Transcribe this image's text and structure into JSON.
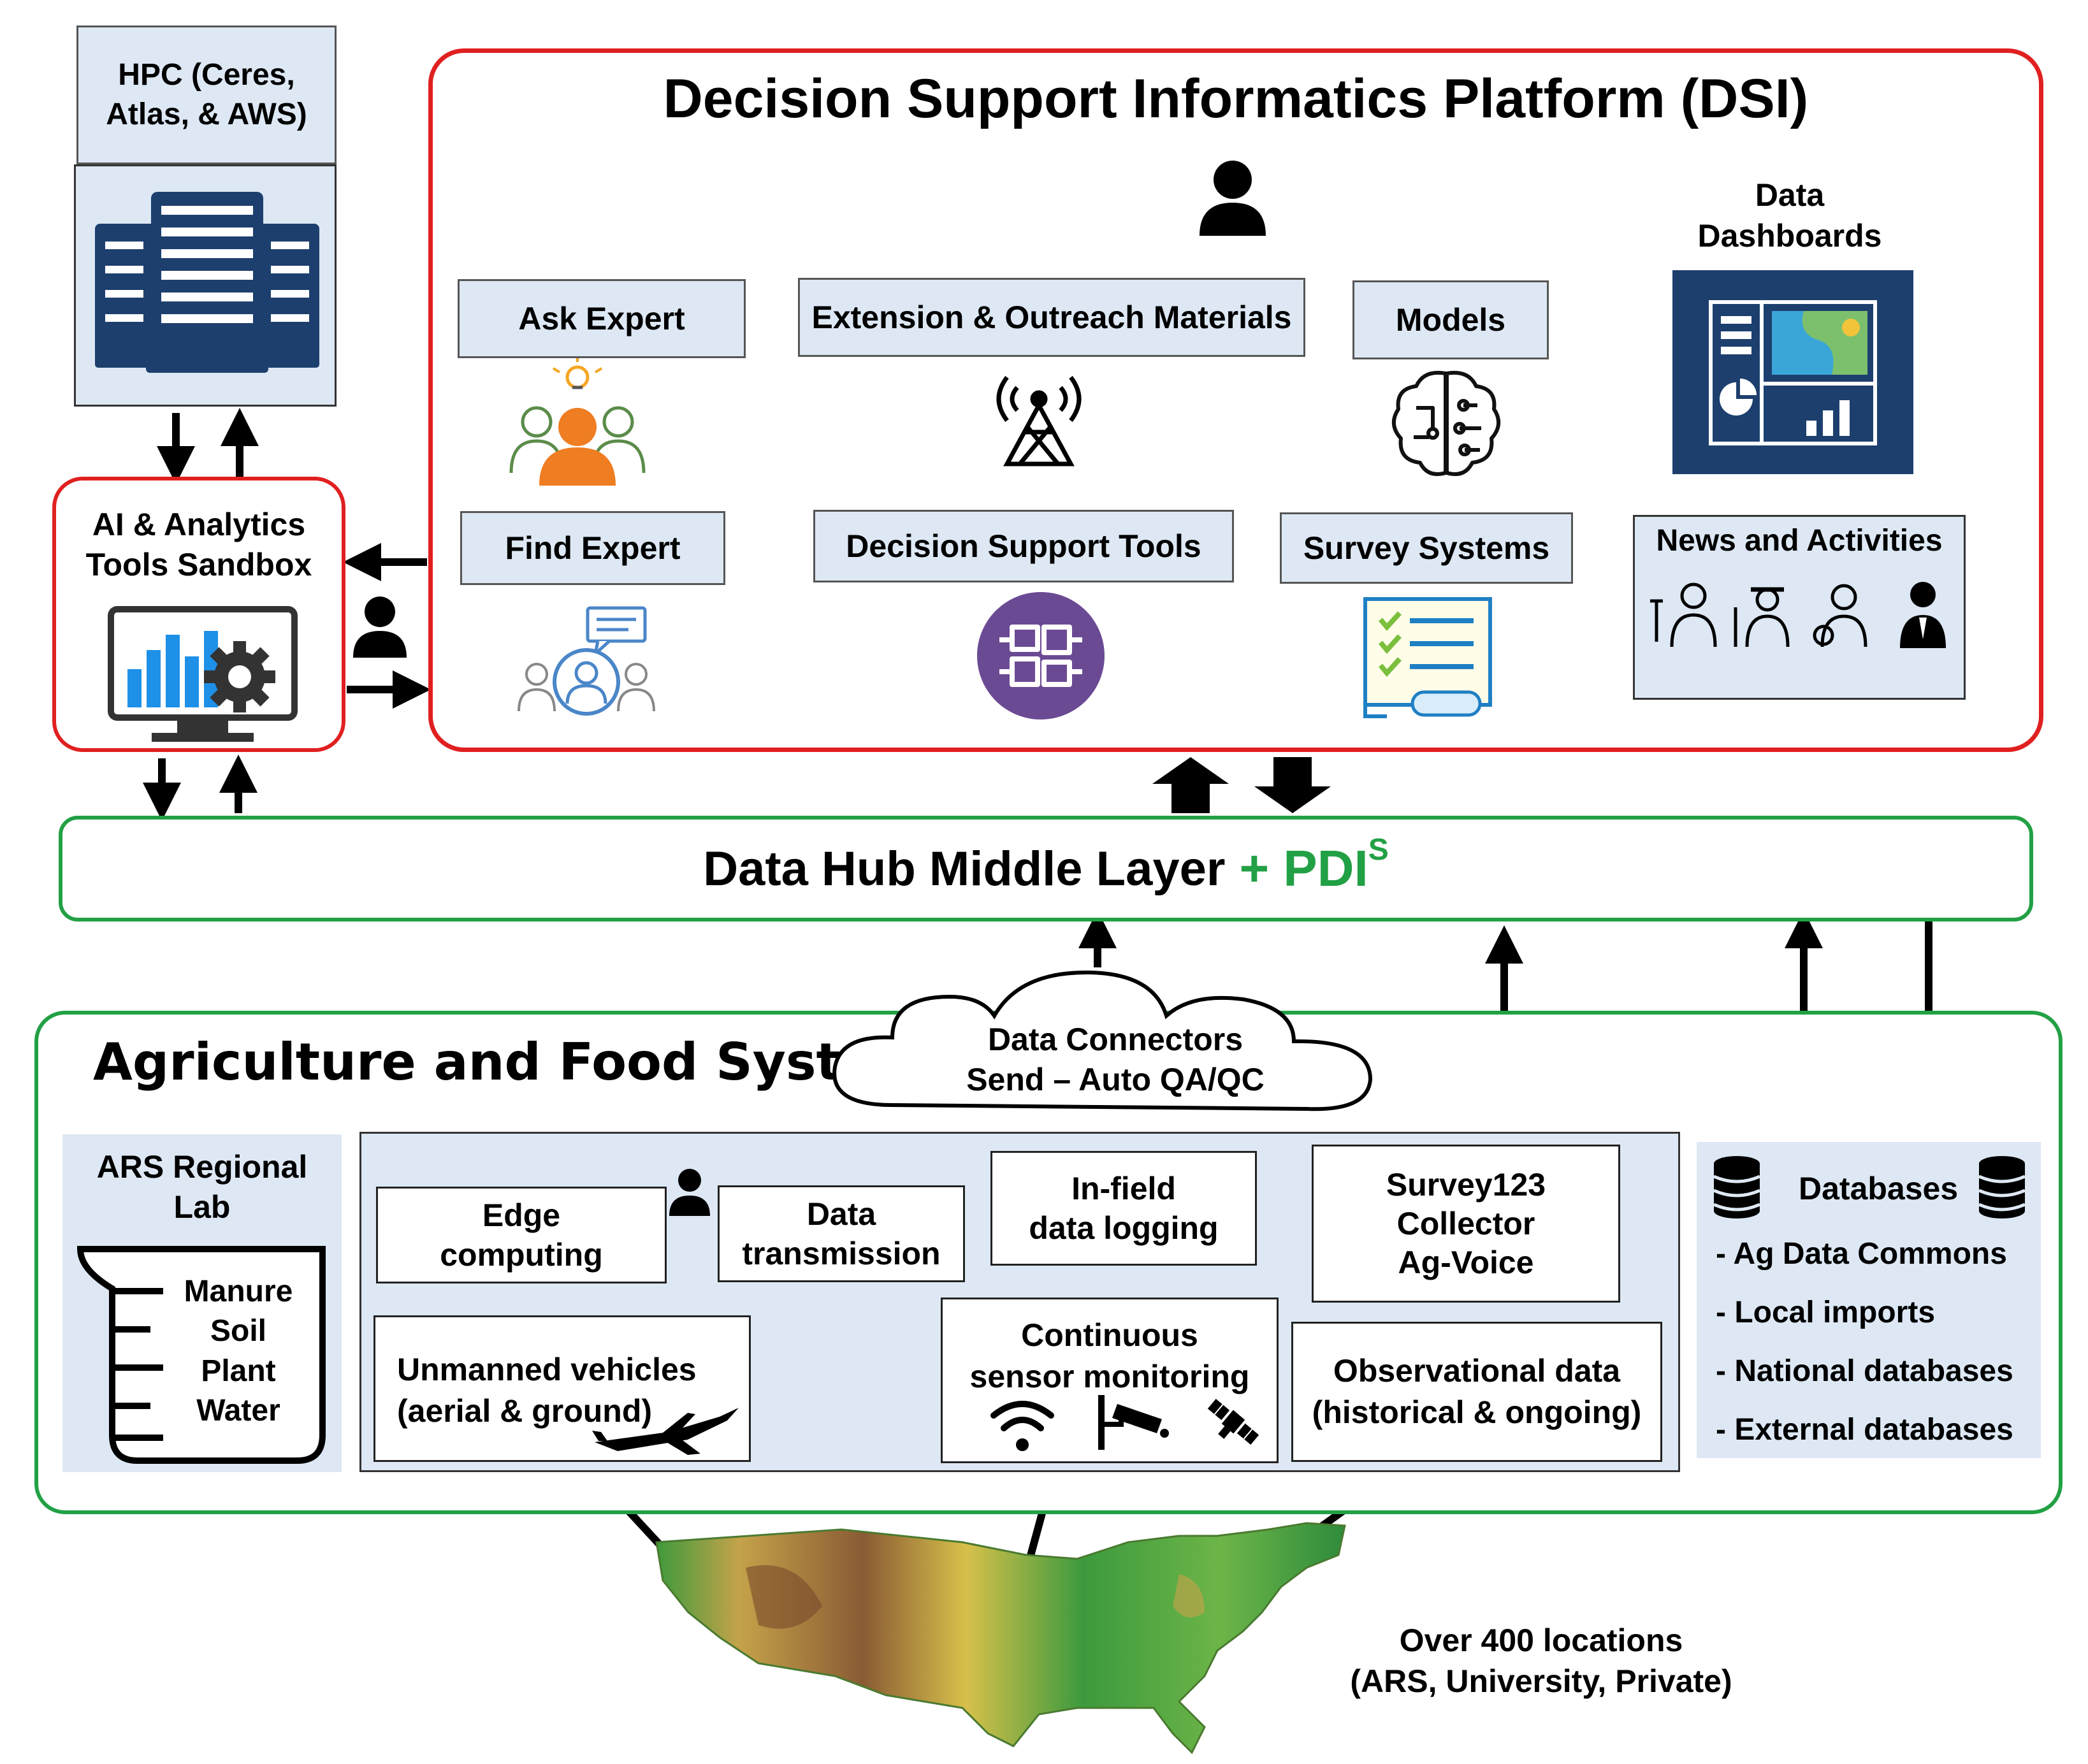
{
  "hpc": {
    "line1": "HPC (Ceres,",
    "line2": "Atlas, & AWS)"
  },
  "ai_sandbox": {
    "line1": "AI & Analytics",
    "line2": "Tools Sandbox"
  },
  "dsi": {
    "title": "Decision Support Informatics Platform (DSI)",
    "ask_expert": "Ask Expert",
    "extension": "Extension & Outreach Materials",
    "models": "Models",
    "dashboards_line1": "Data",
    "dashboards_line2": "Dashboards",
    "find_expert": "Find Expert",
    "decision_tools": "Decision Support Tools",
    "survey_systems": "Survey Systems",
    "news": "News and Activities"
  },
  "hub": {
    "text": "Data Hub Middle Layer",
    "plus": "+ PDI",
    "sup": "S"
  },
  "cloud": {
    "line1": "Data Connectors",
    "line2": "Send – Auto QA/QC"
  },
  "agri": {
    "title": "Agriculture and Food System",
    "ars_line1": "ARS Regional",
    "ars_line2": "Lab",
    "beaker": [
      "Manure",
      "Soil",
      "Plant",
      "Water"
    ],
    "edge_line1": "Edge",
    "edge_line2": "computing",
    "transmission_line1": "Data",
    "transmission_line2": "transmission",
    "infield_line1": "In-field",
    "infield_line2": "data logging",
    "survey123": [
      "Survey123",
      "Collector",
      "Ag-Voice"
    ],
    "unmanned_line1": "Unmanned vehicles",
    "unmanned_line2": "(aerial & ground)",
    "continuous_line1": "Continuous",
    "continuous_line2": "sensor monitoring",
    "observational_line1": "Observational data",
    "observational_line2": "(historical & ongoing)"
  },
  "databases": {
    "title": "Databases",
    "items": [
      "- Ag Data Commons",
      "- Local imports",
      "- National databases",
      "- External databases"
    ]
  },
  "locations": {
    "line1": "Over 400 locations",
    "line2": "(ARS, University, Private)"
  },
  "colors": {
    "dsi_border": "#e02020",
    "hub_border": "#22a045",
    "accent_green": "#22a045",
    "panel_blue": "#dde8f4",
    "navy": "#1d3f6e"
  }
}
